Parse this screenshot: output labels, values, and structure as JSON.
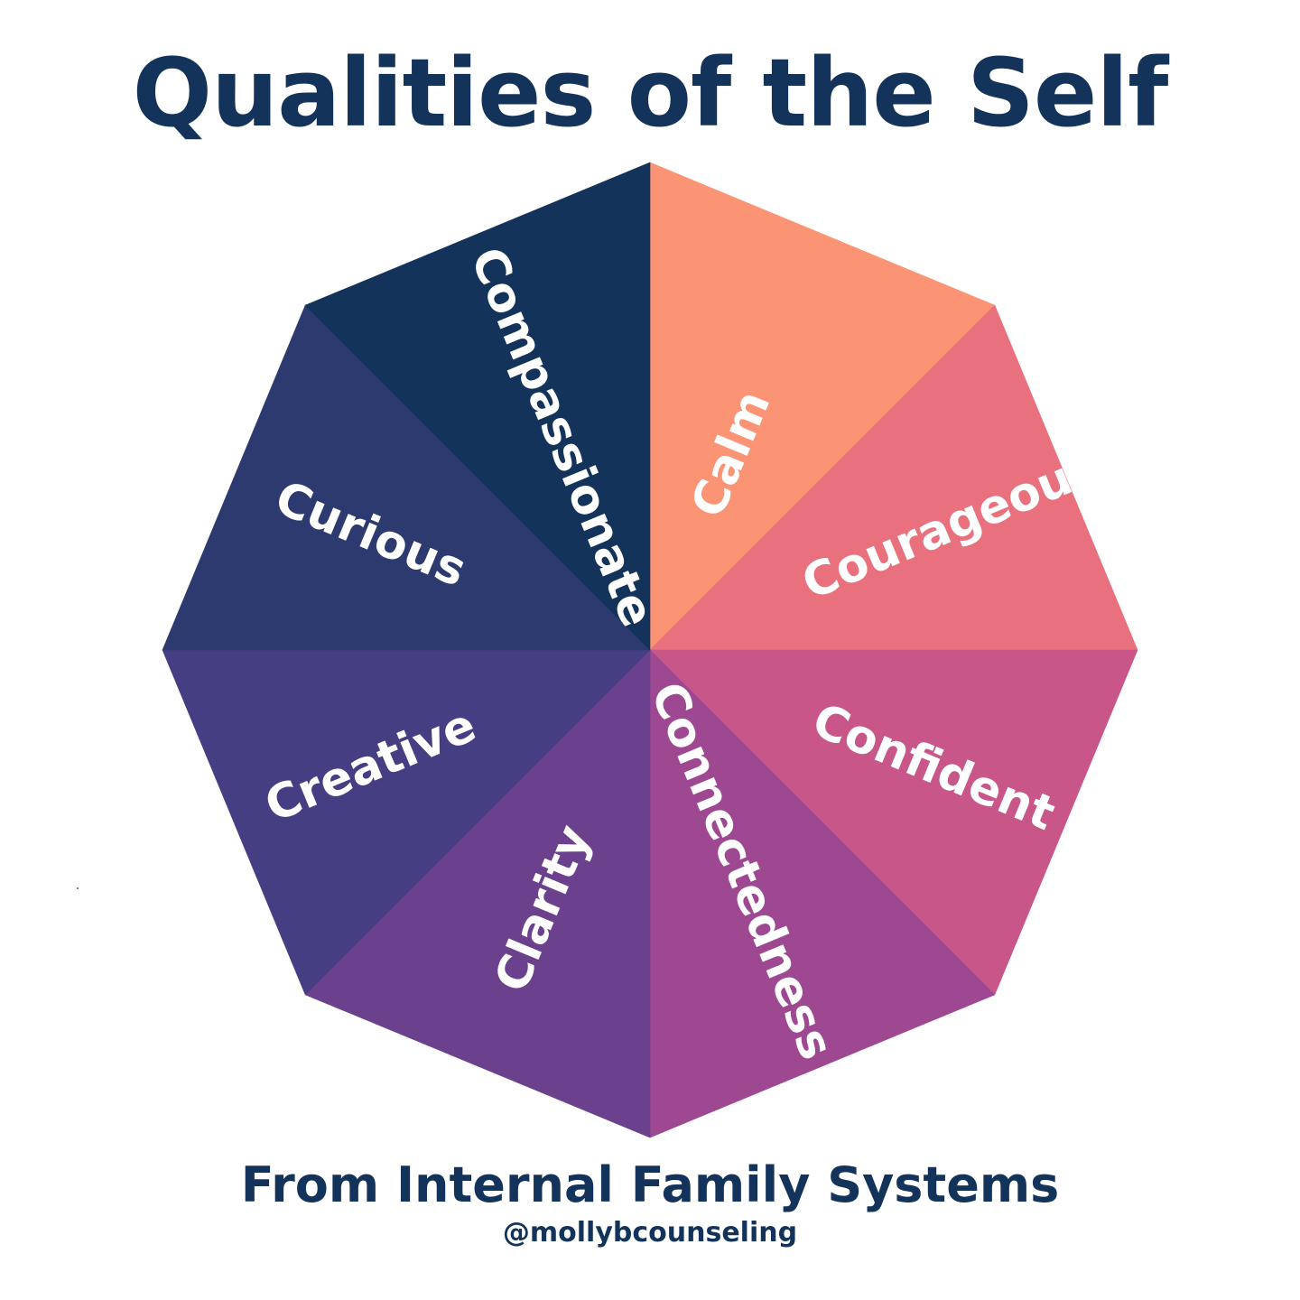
{
  "title": "Qualities of the Self",
  "subtitle": "From Internal Family Systems",
  "handle": "@mollybcounseling",
  "wheel": {
    "segments": [
      {
        "label": "Calm",
        "color": "#fb9475"
      },
      {
        "label": "Courageous",
        "color": "#e9707d"
      },
      {
        "label": "Confident",
        "color": "#c85689"
      },
      {
        "label": "Connectedness",
        "color": "#9e4892"
      },
      {
        "label": "Clarity",
        "color": "#6b418e"
      },
      {
        "label": "Creative",
        "color": "#453e83"
      },
      {
        "label": "Curious",
        "color": "#2c3a6f"
      },
      {
        "label": "Compassionate",
        "color": "#13335b"
      }
    ]
  }
}
